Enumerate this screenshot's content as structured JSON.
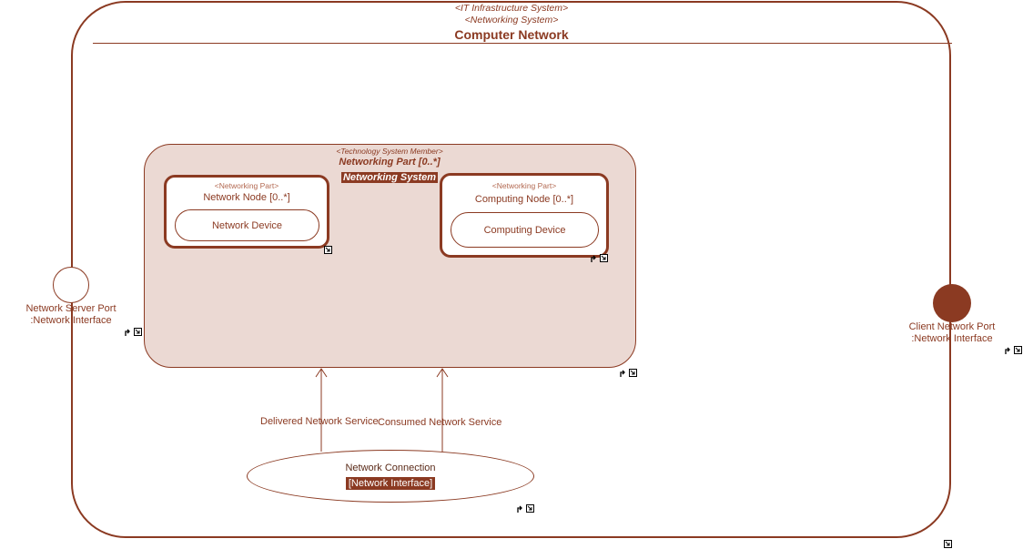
{
  "system": {
    "stereotype_1": "<IT Infrastructure System>",
    "stereotype_2": "<Networking System>",
    "title": "Computer Network"
  },
  "member": {
    "stereotype": "<Technology System Member>",
    "title": "Networking Part [0..*]",
    "type": "Networking System"
  },
  "network_node": {
    "stereotype": "<Networking Part>",
    "title": "Network Node [0..*]",
    "device": "Network Device"
  },
  "computing_node": {
    "stereotype": "<Networking Part>",
    "title": "Computing Node [0..*]",
    "device": "Computing Device"
  },
  "server_port": {
    "name": "Network Server Port",
    "type": ":Network Interface"
  },
  "client_port": {
    "name": "Client Network Port",
    "type": ":Network Interface"
  },
  "flows": {
    "delivered": "Delivered Network Service",
    "consumed": "Consumed Network Service"
  },
  "connection": {
    "name": "Network Connection",
    "type": "[Network Interface]"
  },
  "colors": {
    "accent": "#8b3a22",
    "member_fill": "#ebd9d3",
    "client_port_fill": "#8b3a22"
  }
}
